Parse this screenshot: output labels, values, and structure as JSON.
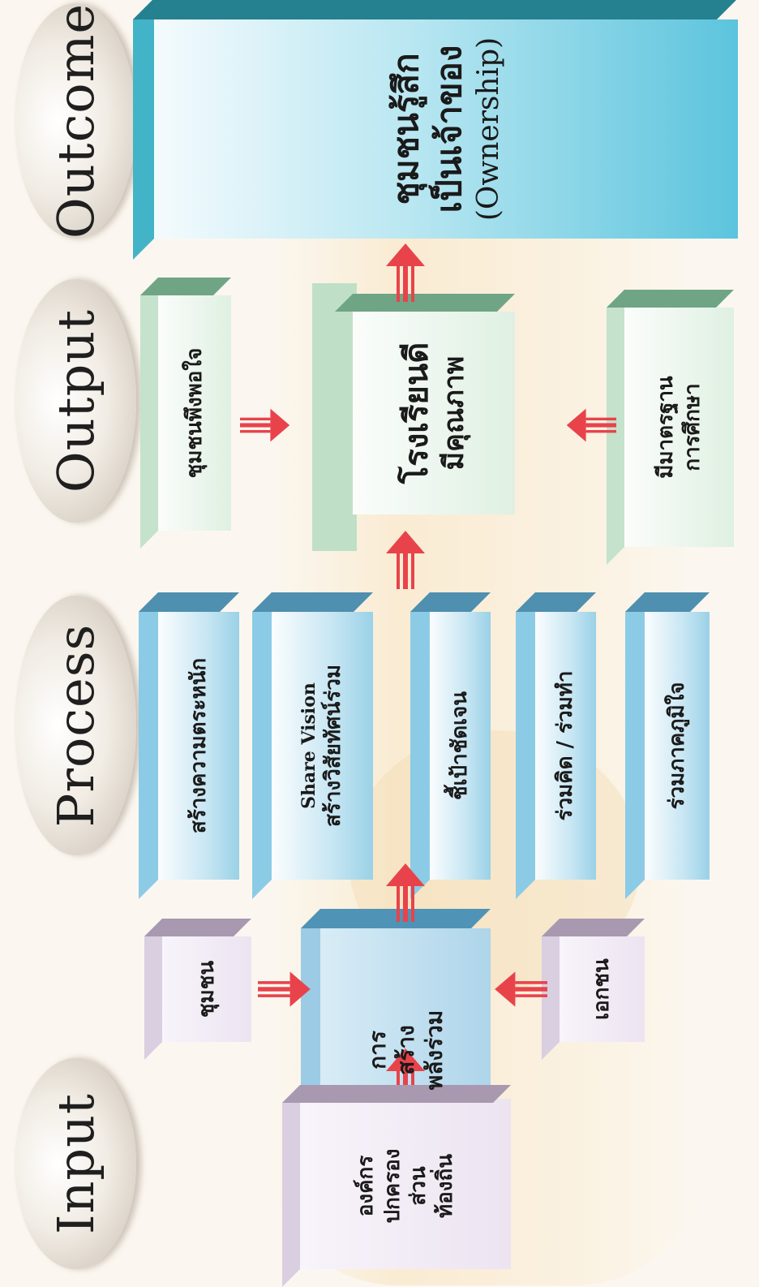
{
  "stages": {
    "input": "Input",
    "process": "Process",
    "output": "Output",
    "outcome": "Outcome"
  },
  "input": {
    "local_gov": [
      "องค์กร",
      "ปกครอง",
      "ส่วน",
      "ท้องถิ่น"
    ],
    "community": "ชุมชน",
    "private": "เอกชน",
    "partnership": [
      "การ",
      "สร้าง",
      "พลังร่วม"
    ]
  },
  "process": {
    "awareness": "สร้างความตระหนัก",
    "share_vision_en": "Share Vision",
    "share_vision_th": "สร้างวิสัยทัศน์ร่วม",
    "indicators": "ชี้เป้าชัดเจน",
    "think_do": "ร่วมคิด / ร่วมทำ",
    "pride": "ร่วมภาคภูมิใจ"
  },
  "output": {
    "satisfaction": "ชุมชนพึงพอใจ",
    "quality_school": [
      "โรงเรียนดี",
      "มีคุณภาพ"
    ],
    "standard": [
      "มีมาตรฐาน",
      "การศึกษา"
    ]
  },
  "outcome": {
    "line1": "ชุมชนรู้สึก",
    "line2": "เป็นเจ้าของ",
    "line3": "(Ownership)"
  },
  "colors": {
    "arrow": "#e8434b",
    "lavender": "#ece4f0",
    "blue": "#aed5ea",
    "green": "#dff0e2",
    "cyan": "#5cc4dd"
  }
}
